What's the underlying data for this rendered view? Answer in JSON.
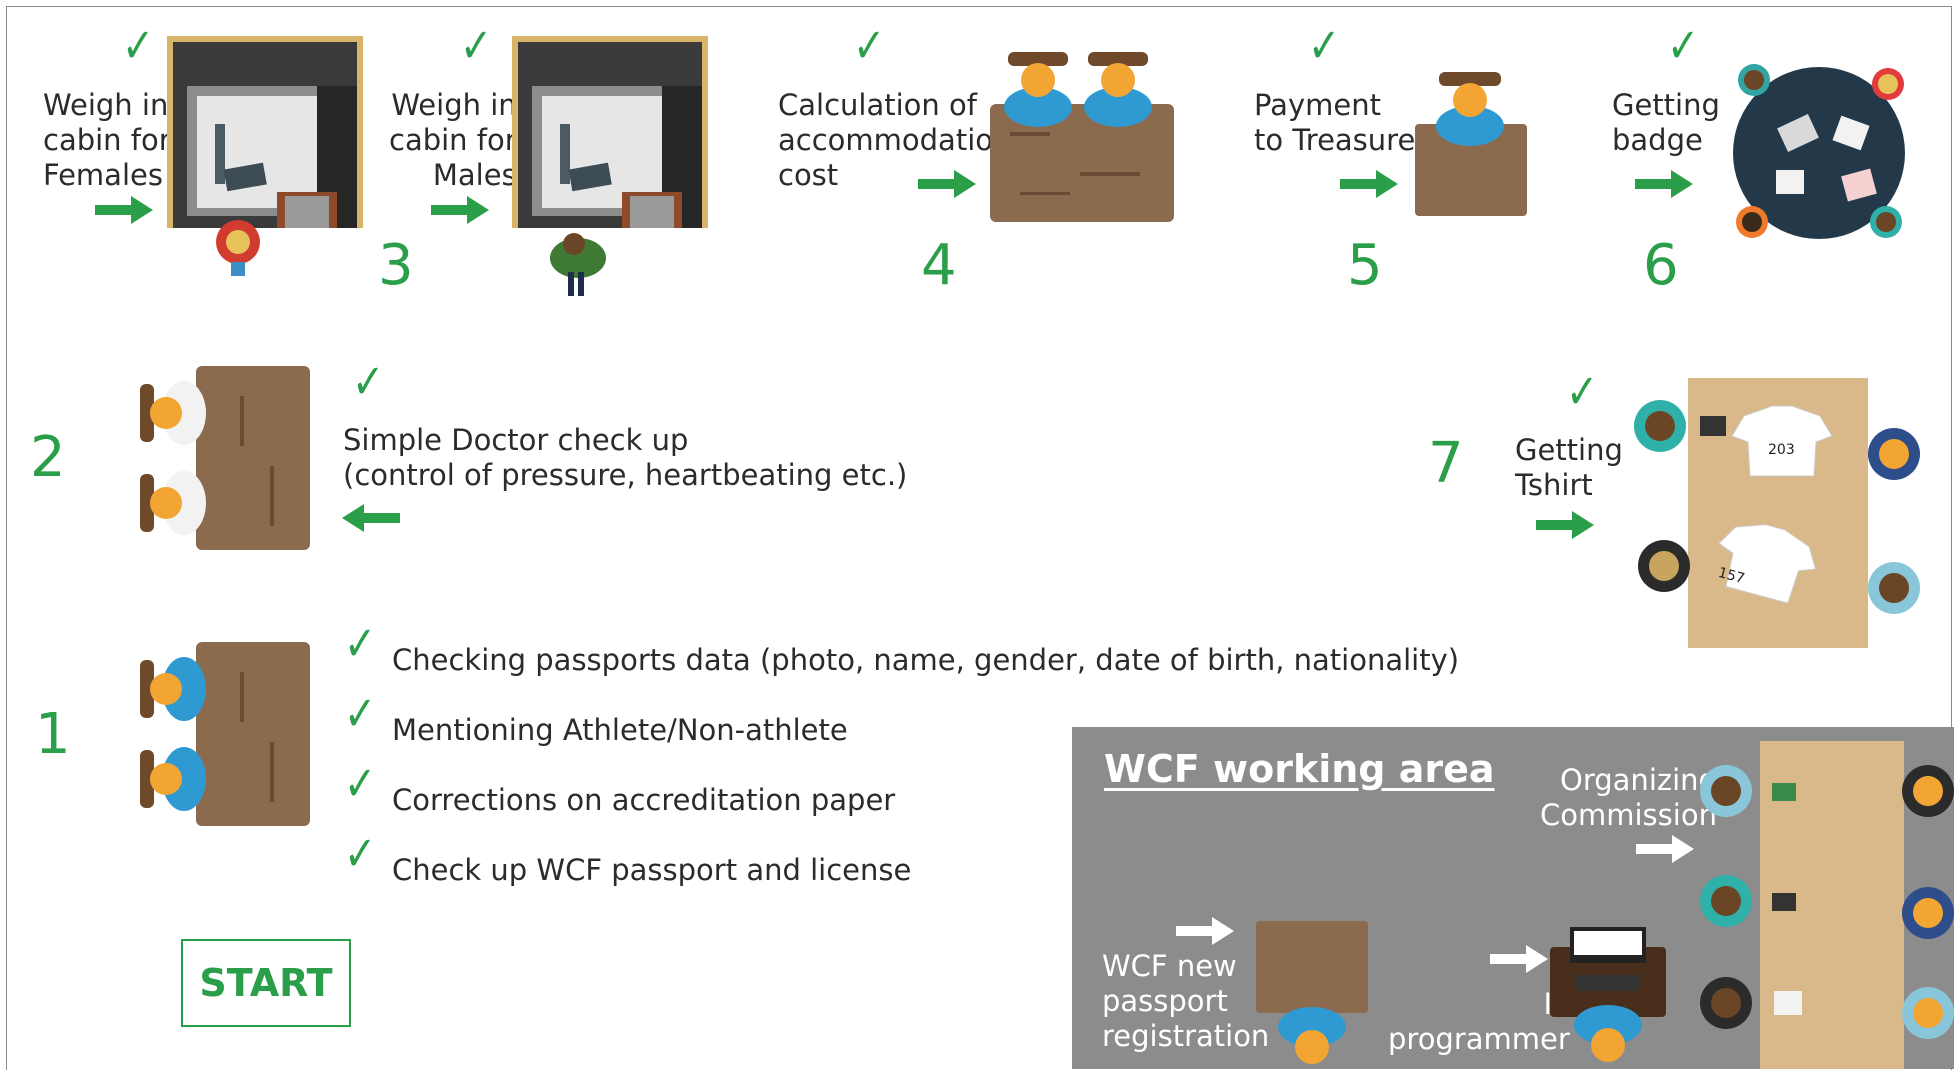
{
  "steps": [
    {
      "number": "",
      "label": "Weigh in\ncabin for\nFemales"
    },
    {
      "number": "3",
      "label": "Weigh in\ncabin for\nMales"
    },
    {
      "number": "4",
      "label": "Calculation of\naccommodation\ncost"
    },
    {
      "number": "5",
      "label": "Payment\nto Treasurer"
    },
    {
      "number": "6",
      "label": "Getting\nbadge"
    },
    {
      "number": "2",
      "label": "Simple Doctor check up\n(control of pressure, heartbeating etc.)"
    },
    {
      "number": "7",
      "label": "Getting\nTshirt"
    },
    {
      "number": "1",
      "label": ""
    }
  ],
  "checklist": [
    "Checking passports data (photo, name, gender, date of birth, nationality)",
    "Mentioning Athlete/Non-athlete",
    "Corrections on accreditation paper",
    "Check up WCF passport and license"
  ],
  "start_label": "START",
  "tshirts": [
    "203",
    "157"
  ],
  "wcf_area": {
    "title": "WCF working area",
    "organizing": "Organizing\nCommission",
    "new_passport": "WCF new\npassport\nregistration",
    "it": "IT\nprogrammer"
  },
  "colors": {
    "accent": "#2a9e48",
    "table": "#8b6a4e",
    "panel": "#8c8c8c",
    "desk": "#d9b98a"
  }
}
